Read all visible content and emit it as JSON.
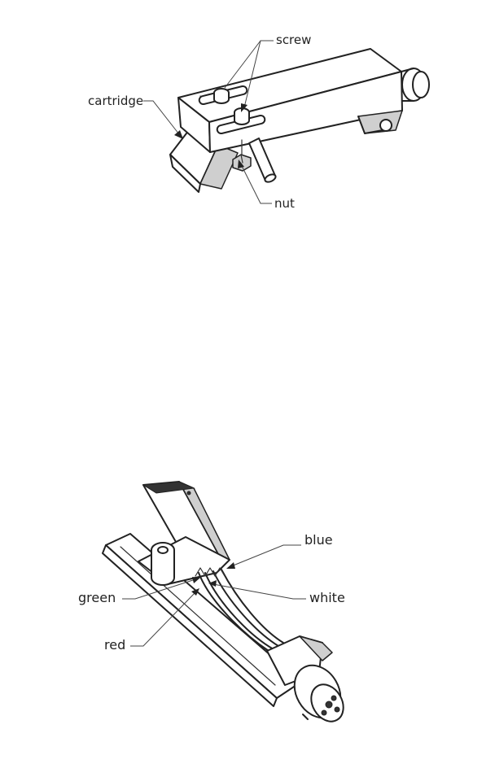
{
  "diagram1": {
    "labels": {
      "screw": "screw",
      "cartridge": "cartridge",
      "nut": "nut"
    }
  },
  "diagram2": {
    "labels": {
      "blue": "blue",
      "white": "white",
      "green": "green",
      "red": "red"
    }
  }
}
